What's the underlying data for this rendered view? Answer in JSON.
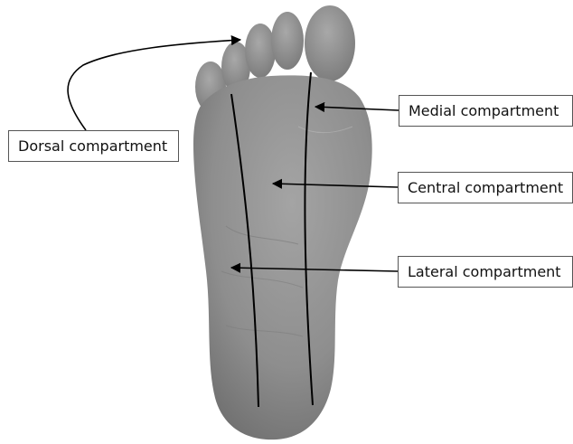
{
  "labels": {
    "dorsal": "Dorsal compartment",
    "medial": "Medial compartment",
    "central": "Central compartment",
    "lateral": "Lateral compartment"
  },
  "colors": {
    "background": "#ffffff",
    "foot_skin": "#8f8f8f",
    "line": "#000000",
    "label_border": "#555555"
  }
}
